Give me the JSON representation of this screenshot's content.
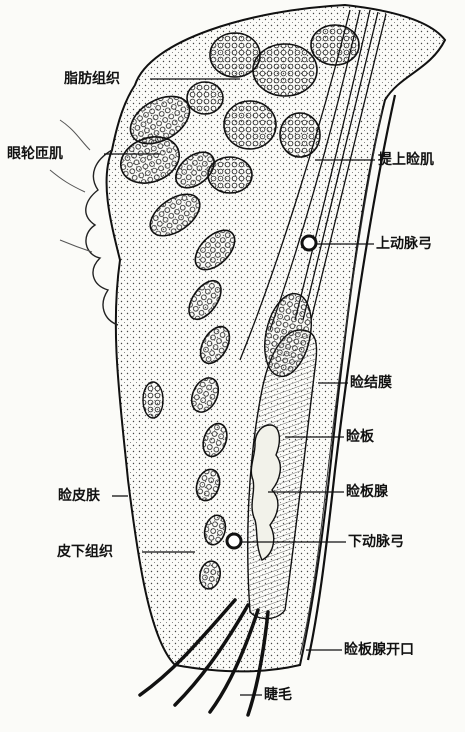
{
  "labels": {
    "fat": "脂肪组织",
    "orbicularis": "眼轮匝肌",
    "levator": "提上睑肌",
    "upper_arcade": "上动脉弓",
    "conjunctiva": "睑结膜",
    "tarsus": "睑板",
    "tarsal_gland": "睑板腺",
    "eyelid_skin": "睑皮肤",
    "subcutaneous": "皮下组织",
    "lower_arcade": "下动脉弓",
    "gland_opening": "睑板腺开口",
    "eyelash": "睫毛"
  }
}
